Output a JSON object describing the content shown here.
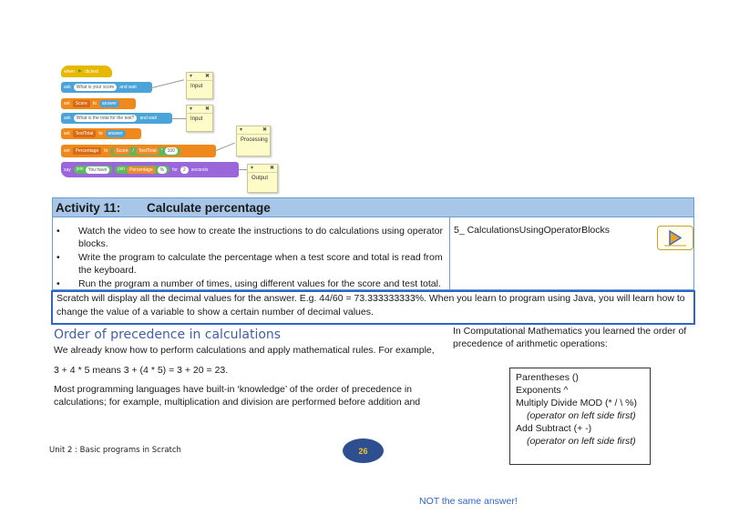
{
  "scratch": {
    "when_clicked": "when",
    "clicked": "clicked",
    "ask1": "ask",
    "ask1_text": "What is your score",
    "and_wait": "and wait",
    "set1": "set",
    "set1_var": "Score",
    "to": "to",
    "answer": "answer",
    "ask2": "ask",
    "ask2_text": "What is the total for the test?",
    "set2": "set",
    "set2_var": "TestTotal",
    "set3": "set",
    "set3_var": "Percentage",
    "score_var": "Score",
    "slash": "/",
    "testtotal_var": "TestTotal",
    "times": "*",
    "hundred": "100",
    "say": "say",
    "join1": "join",
    "you_have": "You have",
    "join2": "join",
    "percentage_var": "Percentage",
    "pct": "%",
    "for": "for",
    "two": "2",
    "seconds": "seconds",
    "notes": {
      "input1": "Input",
      "input2": "Input",
      "processing": "Processing",
      "output": "Output"
    }
  },
  "activity": {
    "number": "Activity 11:",
    "title": "Calculate percentage",
    "bullets": [
      "Watch the video to see how to create the instructions to do calculations using operator blocks.",
      "Write the program to calculate the percentage when a test score and total is read from the keyboard.",
      "Run the program a number of times, using different values for the score and test total."
    ],
    "video_ref": "5_ CalculationsUsingOperatorBlocks",
    "note": "Scratch will display all the decimal values for the answer. E.g. 44/60 = 73.333333333%. When you learn to program using Java, you will learn how to change the value of a variable to show a certain number of decimal values."
  },
  "section": {
    "title": "Order of precedence in calculations",
    "p1": "We already know how to perform calculations and apply mathematical rules. For example,",
    "p2": "3 + 4 * 5 means 3 + (4 * 5) = 3 + 20 = 23.",
    "p3a": "Most programming languages have built-in ‘knowledge’ of the order of precedence in",
    "p3b": "calculations; for example, multiplication and division are performed before addition and",
    "right_a": "In Computational Mathematics you learned the order of",
    "right_b": "precedence of arithmetic operations:",
    "precedence": {
      "l1": "Parentheses ()",
      "l2": "Exponents ^",
      "l3": "Multiply Divide MOD (* / \\ %)",
      "l4": "(operator on left side first)",
      "l5": "Add Subtract (+ -)",
      "l6": "(operator on left side first)"
    }
  },
  "footer": {
    "unit": "Unit 2 : Basic programs in Scratch",
    "page": "26",
    "not_same": "NOT the same answer!"
  },
  "colors": {
    "accent_blue": "#2f64c9",
    "header_blue": "#a7c6e8",
    "title_blue": "#3f5fa8",
    "page_badge": "#2e4f8f"
  }
}
